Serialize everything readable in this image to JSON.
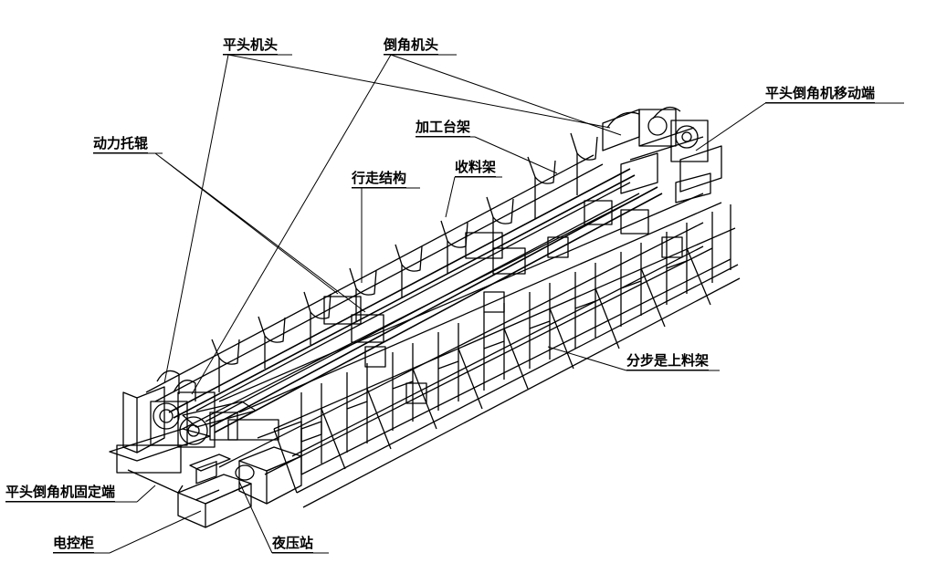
{
  "diagram": {
    "colors": {
      "line": "#000000",
      "background": "#ffffff"
    },
    "labels": {
      "flat_head": "平头机头",
      "chamfer_head": "倒角机头",
      "powered_roller": "动力托辊",
      "processing_rack": "加工台架",
      "travel_structure": "行走结构",
      "receiving_rack": "收料架",
      "mobile_end": "平头倒角机移动端",
      "step_feed_rack": "分步是上料架",
      "fixed_end": "平头倒角机固定端",
      "control_cabinet": "电控柜",
      "hydraulic_station": "夜压站"
    }
  }
}
